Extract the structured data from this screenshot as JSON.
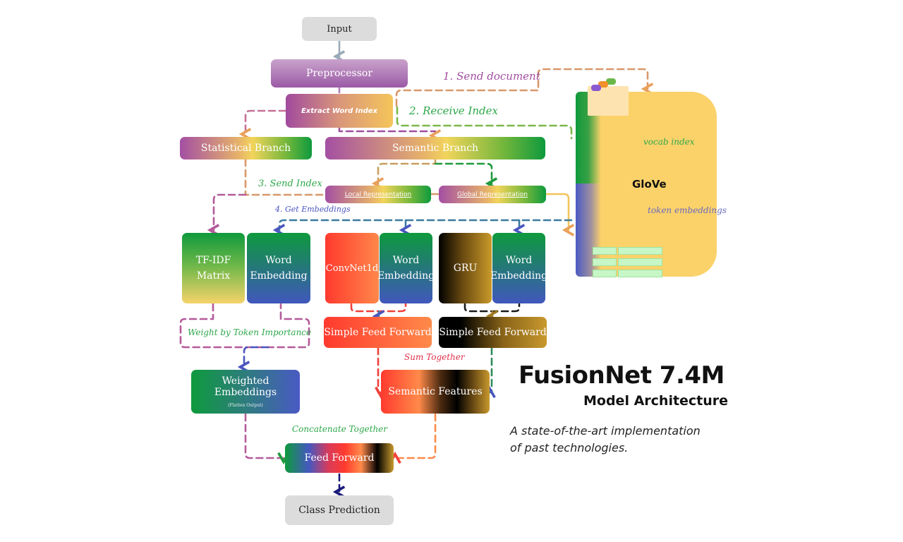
{
  "title": {
    "main": "FusionNet 7.4M",
    "sub": "Model Architecture",
    "tagline_1": "A state-of-the-art implementation",
    "tagline_2": "of past technologies."
  },
  "nodes": {
    "input": "Input",
    "preprocessor": "Preprocessor",
    "extract_word_index": "Extract Word Index",
    "statistical_branch": "Statistical Branch",
    "semantic_branch": "Semantic Branch",
    "local_representation": "Local Representation",
    "global_representation": "Global Representation",
    "tfidf_line1": "TF-IDF",
    "tfidf_line2": "Matrix",
    "word_embedding_line1": "Word",
    "word_embedding_line2": "Embedding",
    "convnet": "ConvNet1d",
    "gru": "GRU",
    "simple_feed_forward": "Simple Feed Forward",
    "weighted_embeddings": "Weighted Embeddings",
    "weighted_embeddings_note": "(Flatten Output)",
    "semantic_features": "Semantic Features",
    "feed_forward": "Feed Forward",
    "class_prediction": "Class Prediction",
    "glove": "GloVe"
  },
  "annotations": {
    "send_document": "1. Send document",
    "receive_index": "2. Receive Index",
    "send_index": "3. Send Index",
    "get_embeddings": "4. Get Embeddings",
    "vocab_index": "vocab index",
    "token_embeddings": "token embeddings",
    "weight_by_token_importance": "Weight by Token Importance",
    "sum_together": "Sum Together",
    "concatenate_together": "Concatenate Together"
  },
  "colors": {
    "green_note": "#2ea84a",
    "purple_note": "#a04fa0",
    "blue_note": "#4a55c0",
    "red_note": "#e0304a",
    "glove_body": "#fbd26a"
  }
}
